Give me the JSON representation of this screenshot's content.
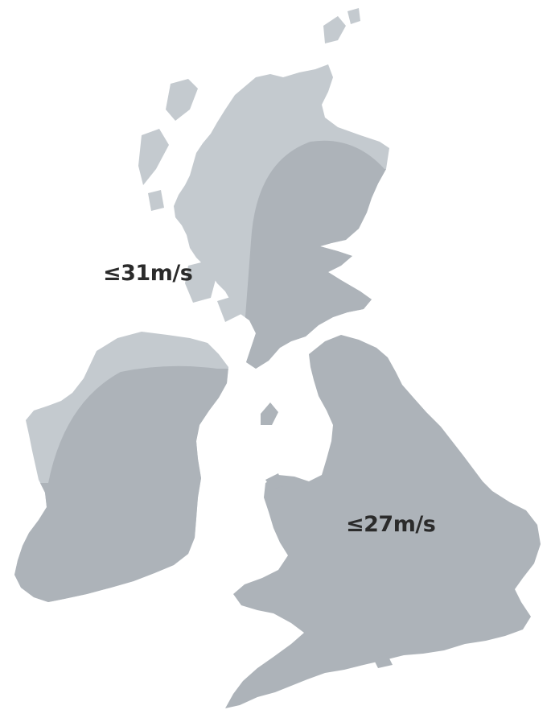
{
  "map": {
    "colors": {
      "land_light": "#c4cacf",
      "land_dark": "#adb3b9",
      "background": "#ffffff",
      "label_text": "#2b2b2b"
    },
    "zones": [
      {
        "id": "north",
        "label": "≤31m/s",
        "shade": "land_light"
      },
      {
        "id": "south",
        "label": "≤27m/s",
        "shade": "land_dark"
      }
    ]
  }
}
